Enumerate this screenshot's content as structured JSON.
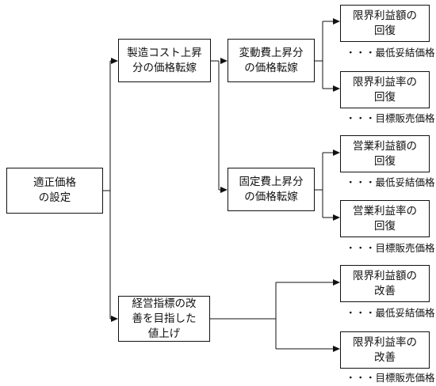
{
  "tree": {
    "root": {
      "label": "適正価格\nの設定"
    },
    "level1": {
      "cost_pass": {
        "label": "製造コスト上昇\n分の価格転嫁"
      },
      "kpi_raise": {
        "label": "経営指標の改\n善を目指した\n値上げ"
      }
    },
    "level2": {
      "variable": {
        "label": "変動費上昇分\nの価格転嫁"
      },
      "fixed": {
        "label": "固定費上昇分\nの価格転嫁"
      }
    },
    "leaves": [
      {
        "label": "限界利益額の\n回復",
        "note": "・・・最低妥結価格"
      },
      {
        "label": "限界利益率の\n回復",
        "note": "・・・目標販売価格"
      },
      {
        "label": "営業利益額の\n回復",
        "note": "・・・最低妥結価格"
      },
      {
        "label": "営業利益率の\n回復",
        "note": "・・・目標販売価格"
      },
      {
        "label": "限界利益額の\n改善",
        "note": "・・・最低妥結価格"
      },
      {
        "label": "限界利益率の\n改善",
        "note": "・・・目標販売価格"
      }
    ]
  }
}
